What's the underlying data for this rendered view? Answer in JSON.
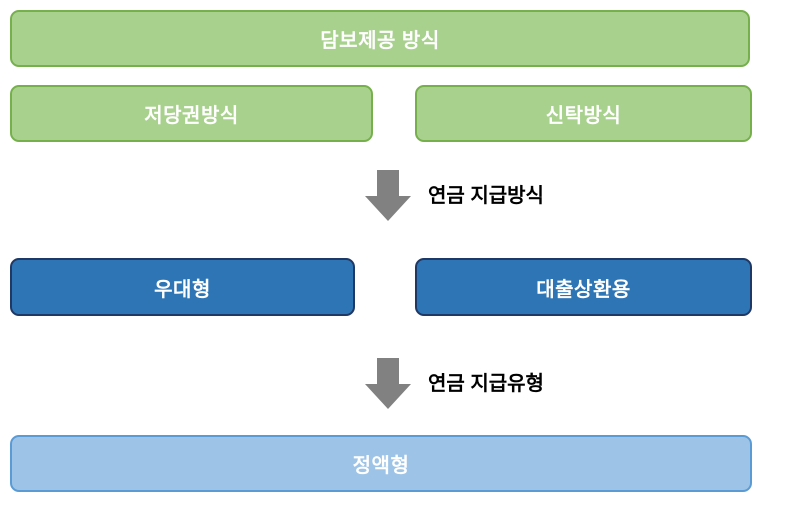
{
  "diagram": {
    "title_box": {
      "label": "담보제공 방식"
    },
    "collateral_methods": [
      {
        "label": "저당권방식"
      },
      {
        "label": "신탁방식"
      }
    ],
    "arrow_payment_method": {
      "label": "연금 지급방식"
    },
    "payment_methods": [
      {
        "label": "우대형"
      },
      {
        "label": "대출상환용"
      }
    ],
    "arrow_payment_type": {
      "label": "연금 지급유형"
    },
    "payment_type_box": {
      "label": "정액형"
    },
    "colors": {
      "green_fill": "#A9D18E",
      "green_border": "#76B04C",
      "blue_fill": "#2E75B6",
      "blue_border": "#1F3864",
      "light_blue_fill": "#9DC3E6",
      "light_blue_border": "#5B9BD5",
      "arrow_gray": "#818181",
      "label_text": "#000000",
      "box_text": "#FFFFFF"
    }
  }
}
